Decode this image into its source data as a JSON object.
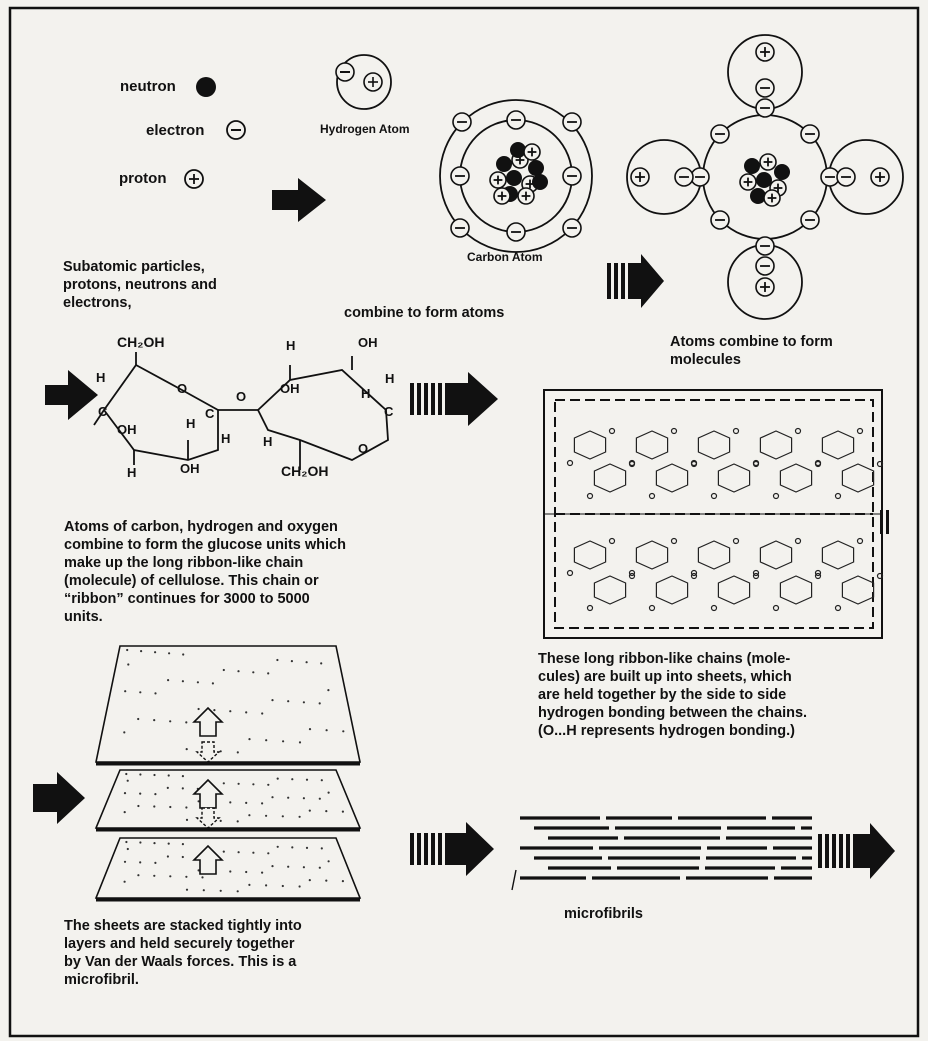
{
  "legend": {
    "neutron": "neutron",
    "electron": "electron",
    "proton": "proton"
  },
  "atoms": {
    "hydrogen": "Hydrogen Atom",
    "carbon": "Carbon Atom"
  },
  "captions": {
    "subatomic": [
      "Subatomic particles,",
      "protons, neutrons and",
      "electrons,"
    ],
    "combine_atoms": "combine to form atoms",
    "molecules": [
      "Atoms combine to form",
      "molecules"
    ],
    "glucose": [
      "Atoms of carbon, hydrogen and oxygen",
      "combine to form the glucose units which",
      "make up the long ribbon-like chain",
      "(molecule) of cellulose. This chain or",
      "“ribbon” continues for 3000 to 5000",
      "units."
    ],
    "sheets": [
      "These long ribbon-like chains (mole-",
      "cules) are built up into sheets, which",
      "are held together by the side to side",
      "hydrogen bonding between the chains.",
      "(O...H represents hydrogen bonding.)"
    ],
    "stacked": [
      "The sheets are stacked tightly into",
      "layers and held securely together",
      "by Van der Waals forces. This is a",
      "microfibril."
    ],
    "microfibrils": "microfibrils"
  },
  "glucose_labels": {
    "ch2oh_top": "CH₂OH",
    "ch2oh_bottom": "CH₂OH",
    "oh": "OH",
    "h": "H",
    "c": "C",
    "o": "O"
  },
  "symbols": {
    "plus": "+",
    "minus": "−"
  },
  "colors": {
    "ink": "#111111",
    "paper": "#f3f2ee"
  }
}
